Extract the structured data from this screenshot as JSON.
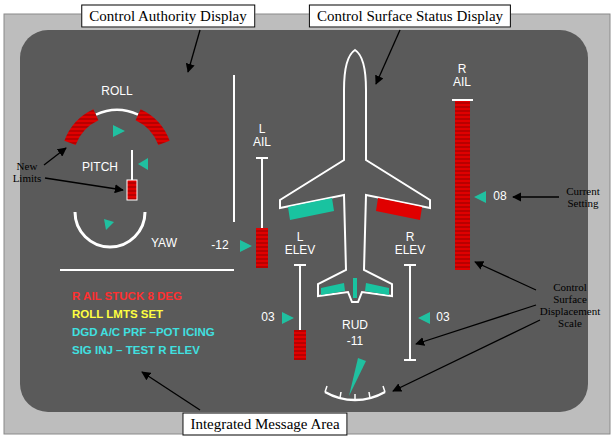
{
  "diagram": {
    "nodes": [
      {
        "text": [
          "Control Authority Display"
        ]
      },
      {
        "text": [
          "Control Surface Status Display"
        ]
      },
      {
        "text": [
          "Integrated Message Area"
        ]
      }
    ],
    "labels": [
      "ROLL",
      "PITCH",
      "YAW",
      "L AIL",
      "-12",
      "L ELEV",
      "03",
      "R ELEV",
      "03",
      "RUD",
      "-11",
      "R AIL",
      "08",
      "R AIL STUCK 8 DEG",
      "ROLL LMTS SET",
      "DGD A/C PRF –POT ICING",
      "SIG INJ – TEST R ELEV",
      "New Limits",
      "Current Setting",
      "Control Surface Displacement Scale"
    ]
  }
}
